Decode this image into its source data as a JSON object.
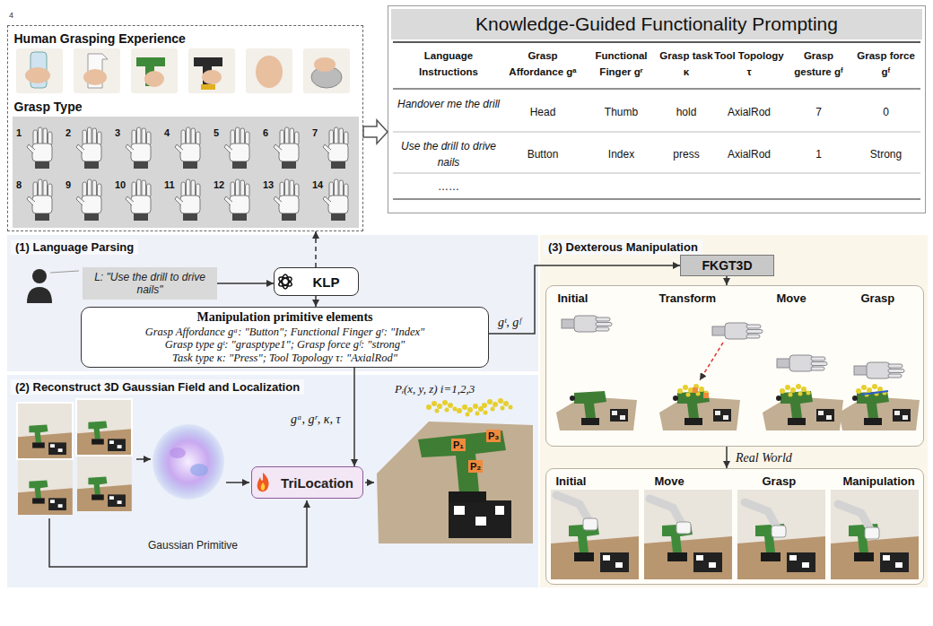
{
  "diagram": {
    "nodes": [
      {
        "text": [
          "Human Grasping Experience",
          "Grasp Type"
        ]
      },
      {
        "text": [
          "Knowledge-Guided Functionality Prompting"
        ]
      },
      {
        "text": [
          "(1) Language Parsing"
        ]
      },
      {
        "text": [
          "L: \"Use the drill to drive nails\""
        ],
        "in": 2
      },
      {
        "text": [
          "KLP"
        ],
        "in": 2
      },
      {
        "text": [
          "Manipulation primitive elements",
          "Grasp Affordance gᵃ: \"Button\"; Functional Finger gʳ: \"Index\"",
          "Grasp type gᵗ: \"grasptype1\"; Grasp force gᶠ: \"strong\"",
          "Task type κ: \"Press\"; Tool Topology τ: \"AxialRod\""
        ],
        "in": 2
      },
      {
        "text": [
          "(2) Reconstruct 3D Gaussian Field and Localization"
        ]
      },
      {
        "text": [
          "TriLocation"
        ],
        "in": 6
      },
      {
        "text": [
          "(3) Dexterous Manipulation"
        ]
      },
      {
        "text": [
          "FKGT3D"
        ],
        "in": 8
      },
      {
        "text": [
          "Initial",
          "Transform",
          "Move",
          "Grasp"
        ],
        "in": 8
      },
      {
        "text": [
          "Initial",
          "Move",
          "Grasp",
          "Manipulation"
        ],
        "in": 8
      }
    ],
    "edges": [
      {
        "from": 3,
        "to": 4,
        "arrow": "to"
      },
      {
        "from": 4,
        "to": 0,
        "arrow": "to"
      },
      {
        "from": 0,
        "to": 1,
        "arrow": "to"
      },
      {
        "from": 4,
        "to": 5,
        "arrow": "to"
      },
      {
        "from": 5,
        "to": 9,
        "label": "gᵗ, gᶠ",
        "arrow": "to"
      },
      {
        "from": 5,
        "to": 7,
        "label": "gᵃ, gʳ, κ, τ",
        "arrow": "to"
      },
      {
        "from": 9,
        "to": 10,
        "arrow": "to"
      },
      {
        "from": 10,
        "to": 11,
        "label": "Real World",
        "arrow": "to"
      }
    ],
    "labels": [
      "4",
      "Language Instructions",
      "Grasp Affordance gᵃ",
      "Functional Finger gʳ",
      "Grasp task κ",
      "Tool Topology τ",
      "Grasp gesture gᶠ",
      "Grasp force gᶠ",
      "Handover me the drill",
      "Head",
      "Thumb",
      "hold",
      "AxialRod",
      "7",
      "0",
      "Use the drill to drive nails",
      "Button",
      "Index",
      "press",
      "AxialRod",
      "1",
      "Strong",
      "……",
      "1",
      "2",
      "3",
      "4",
      "5",
      "6",
      "7",
      "8",
      "9",
      "10",
      "11",
      "12",
      "13",
      "14",
      "Gaussian Primitive",
      "Pᵢ(x, y, z) i=1,2,3",
      "P₁",
      "P₂",
      "P₃"
    ]
  }
}
